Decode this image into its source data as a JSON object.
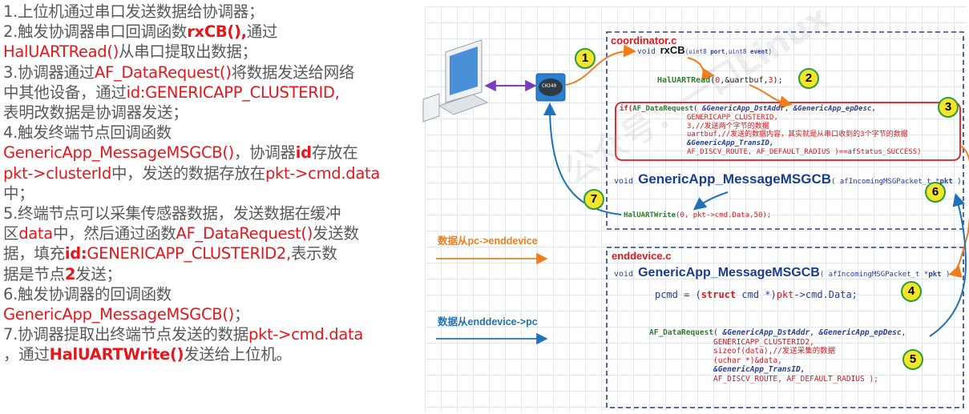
{
  "steps": {
    "s1": "1.上位机通过串口发送数据给协调器；",
    "s2a": "2.触发协调器串口回调函数",
    "s2b": "rxCB(),",
    "s2c": "通过",
    "s2d": "HalUARTRead()",
    "s2e": "从串口提取出数据；",
    "s3a": "3.协调器通过",
    "s3b": "AF_DataRequest()",
    "s3c": "将数据发送给网络",
    "s3d": "中其他设备，通过",
    "s3e": "id:GENERICAPP_CLUSTERID,",
    "s3f": "表明改数据是协调器发送；",
    "s4a": "4.触发终端节点回调函数",
    "s4b": "GenericApp_MessageMSGCB()",
    "s4c": "，协调器",
    "s4d": "id",
    "s4e": "存放在",
    "s4f": "pkt->clusterId",
    "s4g": "中，发送的数据存放在",
    "s4h": "pkt->cmd.data",
    "s4i": "中；",
    "s5a": "5.终端节点可以采集传感器数据，发送数据在缓冲",
    "s5b": "区",
    "s5c": "data",
    "s5d": "中，然后通过函数",
    "s5e": "AF_DataRequest()",
    "s5f": "发送数",
    "s5g": "据，填充",
    "s5h": "id:",
    "s5i": "GENERICAPP_CLUSTERID2,",
    "s5j": "表示数",
    "s5k": "据是节点",
    "s5l": "2",
    "s5m": "发送；",
    "s6a": "6.触发协调器的回调函数",
    "s6b": "GenericApp_MessageMSGCB()",
    "s6c": "；",
    "s7a": "7.协调器提取出终端节点发送的数据",
    "s7b": "pkt->cmd.data",
    "s7c": "，通过",
    "s7d": "HalUARTWrite()",
    "s7e": "发送给上位机。"
  },
  "diagram": {
    "chip_label": "CH340",
    "coordinator_title": "coordinator.c",
    "enddevice_title": "enddevice.c",
    "badges": [
      "1",
      "2",
      "3",
      "4",
      "5",
      "6",
      "7"
    ],
    "legend_pc_to_end": "数据从pc->enddevice",
    "legend_end_to_pc": "数据从enddevice->pc",
    "watermark": "公众号：一口Linux",
    "colors": {
      "orange": "#f07d1a",
      "blue": "#1f72b8",
      "red": "#e8161b",
      "dash": "#2a3f8f",
      "badge": "#f3e52c",
      "badge_border": "#2e9b3a"
    }
  },
  "code": {
    "rxcb": {
      "pre": "void ",
      "fn": "rxCB",
      "args": "(uint8 ",
      "p1": "port",
      "mid": ",uint8 ",
      "p2": "event",
      "end": ")"
    },
    "halread": {
      "fn": "HalUARTRead",
      "open": "(",
      "n0": "0",
      "mid": ",&uartbuf,",
      "n3": "3",
      "end": ");"
    },
    "afreq1": [
      {
        "kw": "if(",
        "fn": "AF_DataRequest",
        "rest": "( ",
        "p1": "&GenericApp_DstAddr",
        "c1": ", ",
        "p2": "&GenericApp_epDesc",
        "c2": ","
      },
      {
        "txt": "GENERICAPP_CLUSTERID,"
      },
      {
        "txt": "3,//发送两个字节的数据"
      },
      {
        "txt": "uartbuf,//发送的数据内容，其实就是从串口收到的3个字节的数据"
      },
      {
        "txt": "&GenericApp_TransID,"
      },
      {
        "txt": "AF_DISCV_ROUTE, AF_DEFAULT_RADIUS )==afStatus_SUCCESS)"
      }
    ],
    "msgcb_coord": {
      "pre": "void ",
      "fn": "GenericApp_MessageMSGCB",
      "args": "( afIncomingMSGPacket_t *",
      "p": "pkt",
      "end": " )"
    },
    "halwrite": {
      "fn": "HalUARTWrite",
      "args": "(0, pkt->cmd.Data,50);"
    },
    "msgcb_end": {
      "pre": "void ",
      "fn": "GenericApp_MessageMSGCB",
      "args": "( afIncomingMSGPacket_t *",
      "p": "pkt",
      "end": " )"
    },
    "pcmd": {
      "a": "pcmd = (",
      "kw": "struct",
      "b": " cmd *)",
      "p": "pkt",
      "c": "->cmd.Data;"
    },
    "afreq2": [
      {
        "fn": "AF_DataRequest",
        "rest": "( ",
        "p1": "&GenericApp_DstAddr",
        "c1": ", ",
        "p2": "&GenericApp_epDesc",
        "c2": ","
      },
      {
        "txt": "GENERICAPP_CLUSTERID2,"
      },
      {
        "txt": "sizeof(data),//发送采集的数据"
      },
      {
        "txt": "(uchar *)&data,"
      },
      {
        "txt": "&GenericApp_TransID,"
      },
      {
        "txt": "AF_DISCV_ROUTE, AF_DEFAULT_RADIUS );"
      }
    ]
  }
}
